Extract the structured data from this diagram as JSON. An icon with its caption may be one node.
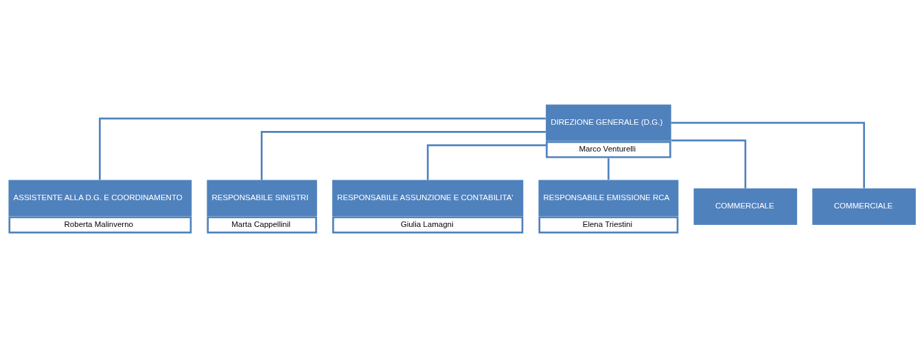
{
  "diagram": {
    "nodes": [
      {
        "text": [
          "DIREZIONE GENERALE (D.G.)",
          "Marco Venturelli"
        ]
      },
      {
        "text": [
          "ASSISTENTE ALLA D.G. E COORDINAMENTO",
          "Roberta Malinverno"
        ]
      },
      {
        "text": [
          "RESPONSABILE SINISTRI",
          "Marta Cappellinil"
        ]
      },
      {
        "text": [
          "RESPONSABILE ASSUNZIONE E CONTABILITA'",
          "Giulia Lamagni"
        ]
      },
      {
        "text": [
          "RESPONSABILE EMISSIONE RCA",
          "Elena Triestini"
        ]
      },
      {
        "text": [
          "COMMERCIALE"
        ]
      },
      {
        "text": [
          "COMMERCIALE"
        ]
      }
    ],
    "edges": [
      {
        "from": 0,
        "to": 1,
        "arrow": "none"
      },
      {
        "from": 0,
        "to": 2,
        "arrow": "none"
      },
      {
        "from": 0,
        "to": 3,
        "arrow": "none"
      },
      {
        "from": 0,
        "to": 4,
        "arrow": "none"
      },
      {
        "from": 0,
        "to": 5,
        "arrow": "none"
      },
      {
        "from": 0,
        "to": 6,
        "arrow": "none"
      }
    ]
  }
}
